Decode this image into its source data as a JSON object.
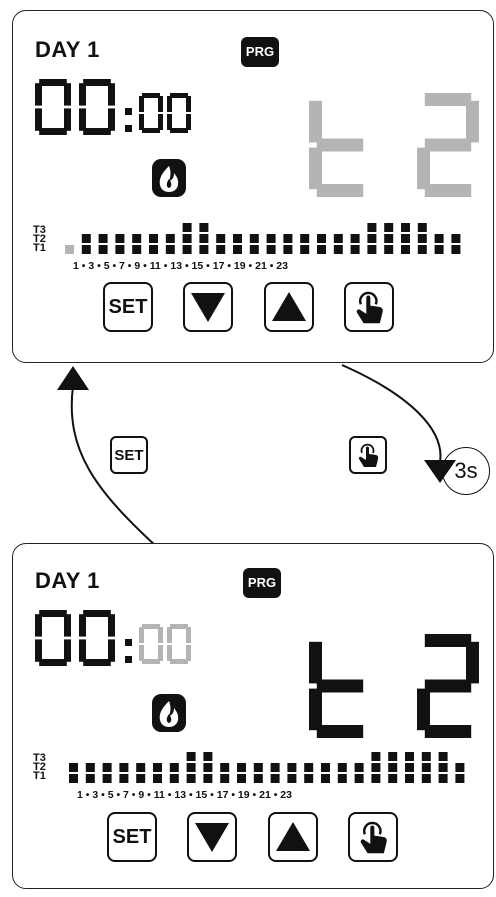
{
  "colors": {
    "ink": "#111111",
    "dim": "#b4b4b4",
    "background": "#ffffff"
  },
  "screen_top": {
    "day_label": "DAY 1",
    "prg_badge": "PRG",
    "time_hours": "00",
    "time_minutes": "00",
    "program_code": "t2",
    "bar_labels": [
      "T3",
      "T2",
      "T1"
    ],
    "hour_labels": "1 • 3 • 5 • 7 • 9 • 11 • 13 • 15 • 17 • 19 • 21 • 23",
    "levels": [
      1,
      2,
      2,
      2,
      2,
      2,
      2,
      3,
      3,
      2,
      2,
      2,
      2,
      2,
      2,
      2,
      2,
      2,
      3,
      3,
      3,
      3,
      2,
      2
    ],
    "first_hour_highlighted": true,
    "program_code_dimmed": true,
    "minutes_dimmed": false
  },
  "screen_bottom": {
    "day_label": "DAY 1",
    "prg_badge": "PRG",
    "time_hours": "00",
    "time_minutes": "00",
    "program_code": "t2",
    "bar_labels": [
      "T3",
      "T2",
      "T1"
    ],
    "hour_labels": "1 • 3 • 5 • 7 • 9 • 11 • 13 • 15 • 17 • 19 • 21 • 23",
    "levels": [
      2,
      2,
      2,
      2,
      2,
      2,
      2,
      3,
      3,
      2,
      2,
      2,
      2,
      2,
      2,
      2,
      2,
      2,
      3,
      3,
      3,
      3,
      3,
      2
    ],
    "first_hour_highlighted": false,
    "program_code_dimmed": false,
    "minutes_dimmed": true
  },
  "buttons": {
    "set_label": "SET",
    "down_icon": "triangle-down-icon",
    "up_icon": "triangle-up-icon",
    "ok_icon": "hand-pointer-icon"
  },
  "transitions": {
    "set_label": "SET",
    "hold_duration": "3s"
  }
}
